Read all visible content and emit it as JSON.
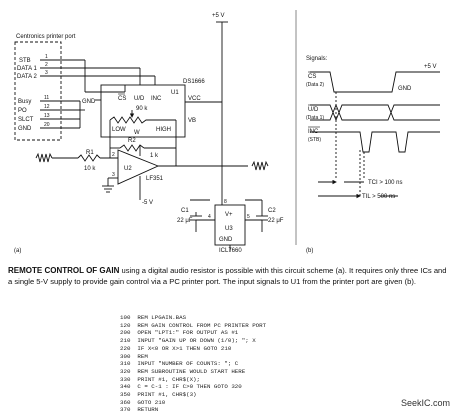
{
  "schematic": {
    "supply_top": "+5 V",
    "port_label": "Centronics printer port",
    "port_pins": [
      {
        "name": "STB",
        "num": "1"
      },
      {
        "name": "DATA 1",
        "num": "2"
      },
      {
        "name": "DATA 2",
        "num": "3"
      },
      {
        "name": "Busy",
        "num": "11"
      },
      {
        "name": "PO",
        "num": "12"
      },
      {
        "name": "SLCT",
        "num": "13"
      },
      {
        "name": "GND",
        "num": "20"
      }
    ],
    "u1": {
      "part": "DS1666",
      "ref": "U1",
      "gnd": "GND",
      "cs": "CS",
      "ud": "U/D",
      "inc": "INC",
      "vcc": "VCC",
      "low": "LOW",
      "high": "HIGH",
      "vb": "VB",
      "w": "W",
      "r": "90 k"
    },
    "r1": {
      "ref": "R1",
      "value": "10 k"
    },
    "r2": {
      "ref": "R2",
      "value": "1 k"
    },
    "u2": {
      "part": "LF351",
      "ref": "U2"
    },
    "u3": {
      "part": "ICL7660",
      "ref": "U3",
      "vplus": "V+",
      "gnd": "GND"
    },
    "c1": {
      "ref": "C1",
      "value": "22 μF"
    },
    "c2": {
      "ref": "C2",
      "value": "22 μF"
    },
    "neg_supply": "-5 V",
    "pin_nums": {
      "p2": "2",
      "p3": "3",
      "p8": "8",
      "p4": "4",
      "p5": "5"
    },
    "label_a": "(a)",
    "label_b": "(b)"
  },
  "timing": {
    "title": "Signals:",
    "supply": "+5 V",
    "gnd": "GND",
    "signals": [
      {
        "name": "CS",
        "sub": "(Data 2)"
      },
      {
        "name": "U/D",
        "sub": "(Data 1)"
      },
      {
        "name": "INC",
        "sub": "(STB)"
      }
    ],
    "tci": "TCI > 100 ns",
    "til": "TIL > 500 ns"
  },
  "caption": {
    "title": "REMOTE CONTROL OF GAIN",
    "body": " using a digital audio resistor is possible with this circuit scheme (a). It requires only  three ICs and a single 5-V supply to provide gain control via a PC printer port. The input signals to U1 from the printer port are given (b)."
  },
  "listing": [
    "100  REM LPGAIN.BAS",
    "120  REM GAIN CONTROL FROM PC PRINTER PORT",
    "200  OPEN \"LPT1:\" FOR OUTPUT AS #1",
    "210  INPUT \"GAIN UP OR DOWN (1/0); \"; X",
    "220  IF X<0 OR X>1 THEN GOTO 210",
    "300  REM",
    "310  INPUT \"NUMBER OF COUNTS: \"; C",
    "320  REM SUBROUTINE WOULD START HERE",
    "330  PRINT #1, CHR$(X);",
    "340  C = C-1 : IF C>0 THEN GOTO 320",
    "350  PRINT #1, CHR$(3)",
    "360  GOTO 210",
    "370  RETURN"
  ],
  "watermark": "SeekIC.com"
}
